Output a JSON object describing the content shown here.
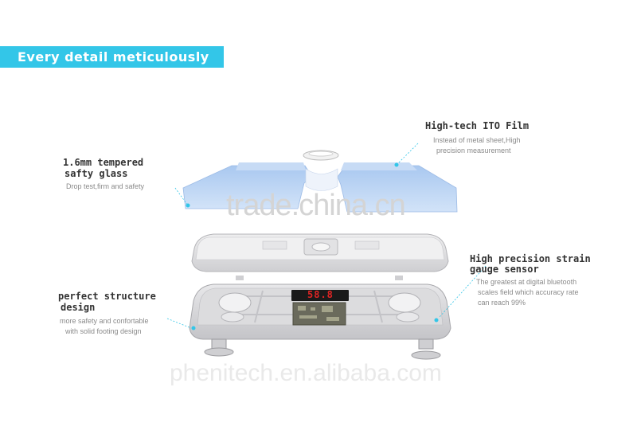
{
  "banner": {
    "title": "Every detail meticulously"
  },
  "labels": {
    "ito": {
      "title": "High-tech ITO Film",
      "desc1": "Instead of metal sheet,High",
      "desc2": "precision measurement"
    },
    "glass": {
      "title1": "1.6mm tempered",
      "title2": "safty glass",
      "desc1": "Drop test,firm and safety"
    },
    "sensor": {
      "title1": "High precision strain",
      "title2": "gauge sensor",
      "desc1": "The greatest at digital bluetooth",
      "desc2": "scales field which accuracy rate",
      "desc3": "can reach 99%"
    },
    "structure": {
      "title1": "perfect structure",
      "title2": "design",
      "desc1": "more safety and confortable",
      "desc2": "with solid footing design"
    }
  },
  "display": {
    "readout": "58.8"
  },
  "watermarks": {
    "trade": "trade.china.cn",
    "phenitech": "phenitech.en.alibaba.com"
  },
  "colors": {
    "banner": "#33c6e8",
    "glass": "#b9d4f3",
    "callout": "#33c6e8",
    "body": "#e4e4e6",
    "display": "#e02424"
  }
}
